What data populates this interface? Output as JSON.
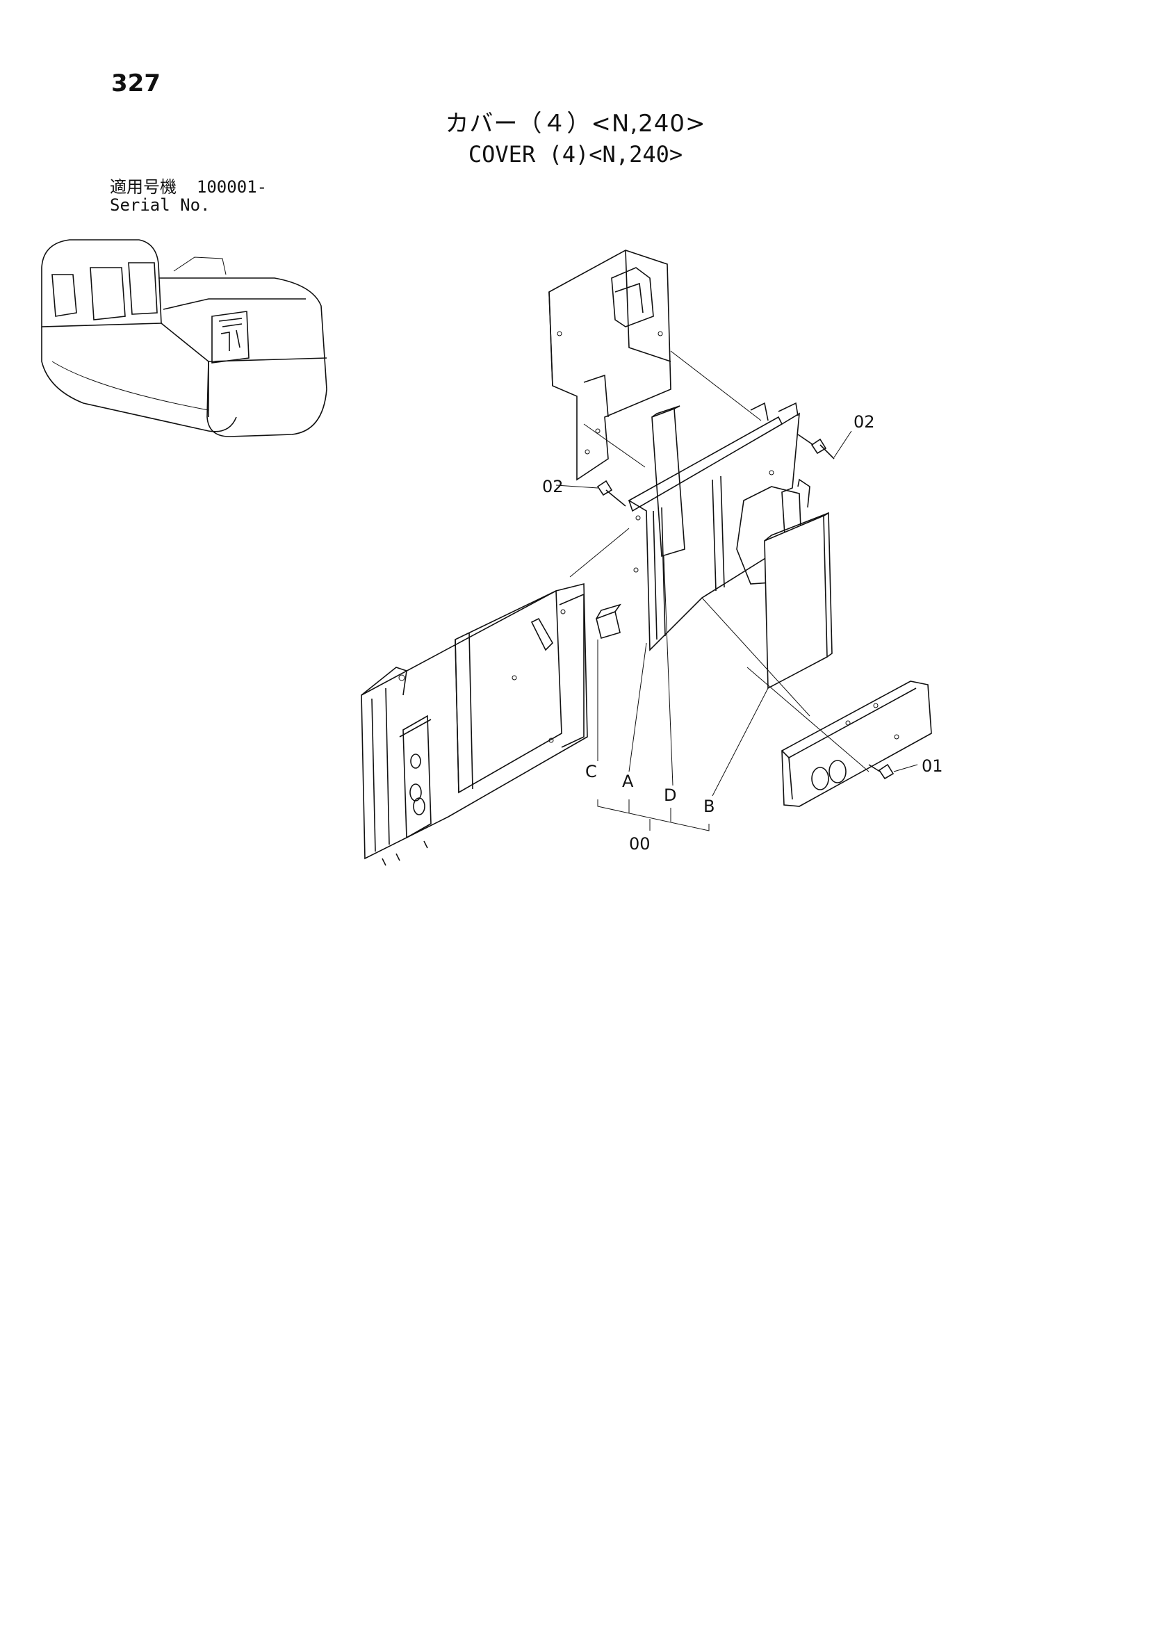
{
  "page_number": "327",
  "title": {
    "jp": "カバー（４）<N,240>",
    "en": "COVER (4)<N,240>"
  },
  "serial": {
    "label_jp": "適用号機",
    "value": "100001-",
    "label_en": "Serial No."
  },
  "callouts": {
    "c01": "01",
    "c02_right": "02",
    "c02_left": "02",
    "c00": "00",
    "cA": "A",
    "cB": "B",
    "cC": "C",
    "cD": "D"
  }
}
